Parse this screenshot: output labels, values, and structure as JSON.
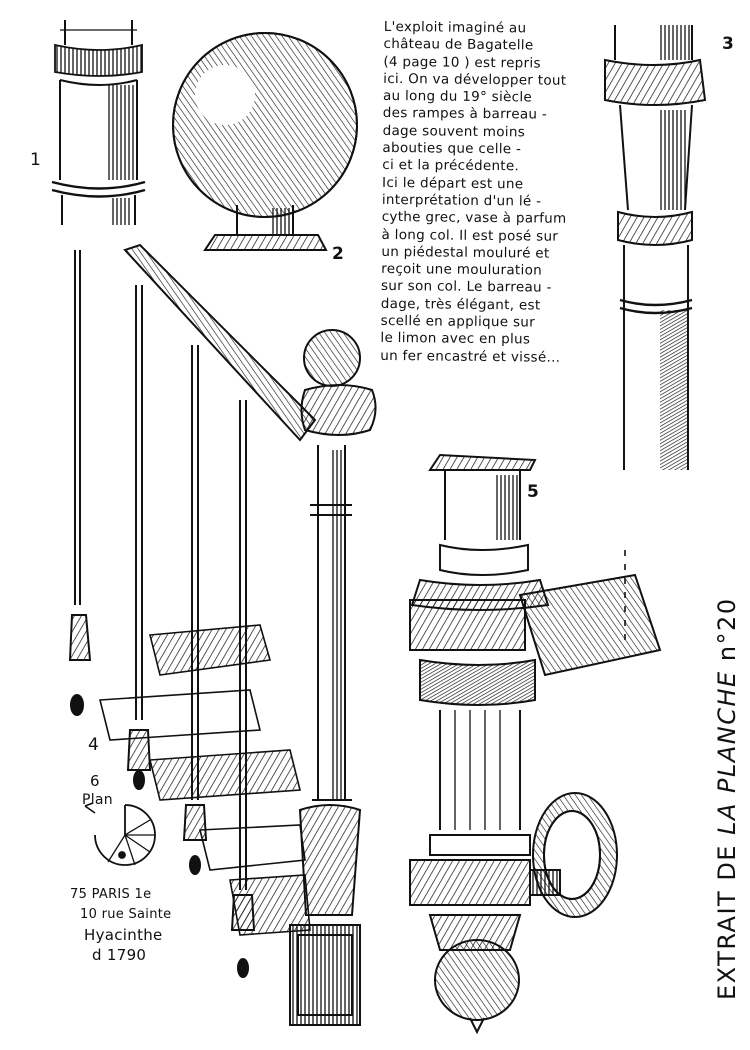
{
  "notes": {
    "lines": [
      "L'exploit imaginé au",
      "château de Bagatelle",
      "(4 page 10 ) est repris",
      "ici. On va développer tout",
      "au long du 19° siècle",
      "des rampes à barreau -",
      "dage souvent moins",
      "abouties que celle -",
      "ci et la précédente.",
      "Ici le départ est une",
      "interprétation d'un lé -",
      "cythe grec, vase à parfum",
      "à long col. Il est posé sur",
      "un piédestal mouluré et",
      "reçoit une mouluration",
      "sur son col. Le barreau -",
      "dage, très élégant, est",
      "scellé en applique sur",
      "le limon avec en plus",
      "un fer encastré et vissé..."
    ]
  },
  "figure_numbers": {
    "n1": "1",
    "n2": "2",
    "n3": "3",
    "n4": "4",
    "n5": "5",
    "n6": "6"
  },
  "plan_label": "Plan",
  "address": {
    "line1": "75 PARIS 1e",
    "line2": "10 rue Sainte",
    "line3": "Hyacinthe",
    "line4": "d 1790"
  },
  "side_label": {
    "part1": "EXTRAIT DE ",
    "part2": "LA PLANCHE",
    "part3": " n°20"
  }
}
